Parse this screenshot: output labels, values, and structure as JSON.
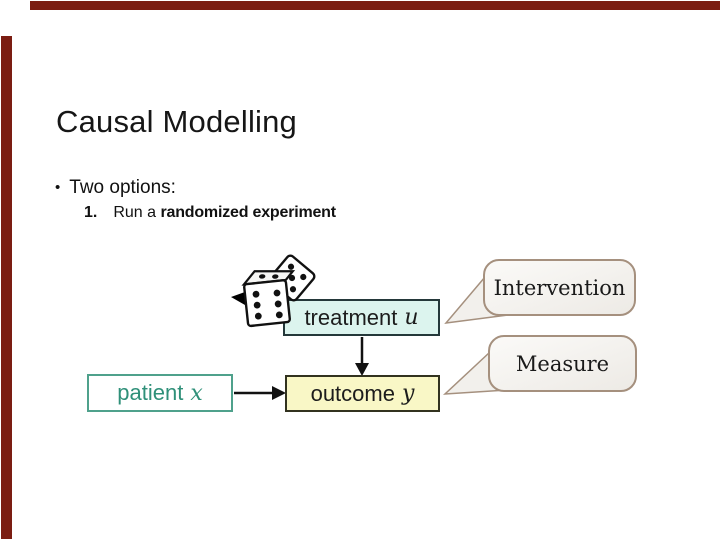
{
  "slide": {
    "title": "Causal Modelling",
    "bullet_marker": "•",
    "bullet": "Two options:",
    "item_number": "1.",
    "item_text_regular": "Run a ",
    "item_text_bold": "randomized experiment"
  },
  "diagram": {
    "treatment_label": "treatment",
    "treatment_var": "u",
    "outcome_label": "outcome",
    "outcome_var": "y",
    "patient_label": "patient",
    "patient_var": "x",
    "intervention_bubble": "Intervention",
    "measure_bubble": "Measure",
    "icons": [
      "dice-icon",
      "arrow-down-icon",
      "arrow-right-icon"
    ]
  },
  "colors": {
    "accent_bar": "#7b1d12",
    "treatment_fill": "#dcf4ee",
    "outcome_fill": "#f9f7c6",
    "patient_border": "#4fa18c",
    "patient_text": "#2f9079",
    "bubble_border": "#a5907e",
    "bubble_fill": "#f2f0ec",
    "arrow": "#111111"
  }
}
